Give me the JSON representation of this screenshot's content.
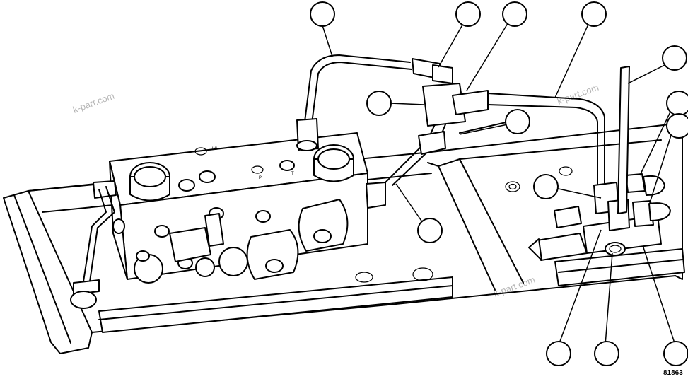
{
  "figure": {
    "number": "81863",
    "watermark": "k-part.com",
    "port_stamps": [
      "LS",
      "P",
      "T"
    ]
  },
  "colors": {
    "line": "#000000",
    "background": "#ffffff",
    "watermark": "#b5b5b5"
  },
  "callouts": [
    {
      "id": "c1",
      "label": ""
    },
    {
      "id": "c2",
      "label": ""
    },
    {
      "id": "c3",
      "label": ""
    },
    {
      "id": "c4",
      "label": ""
    },
    {
      "id": "c5",
      "label": ""
    },
    {
      "id": "c6",
      "label": ""
    },
    {
      "id": "c7",
      "label": ""
    },
    {
      "id": "c8",
      "label": ""
    },
    {
      "id": "c9",
      "label": ""
    },
    {
      "id": "c10",
      "label": ""
    },
    {
      "id": "c11",
      "label": ""
    },
    {
      "id": "c12",
      "label": ""
    },
    {
      "id": "c13",
      "label": ""
    },
    {
      "id": "c14",
      "label": ""
    },
    {
      "id": "c15",
      "label": ""
    }
  ]
}
